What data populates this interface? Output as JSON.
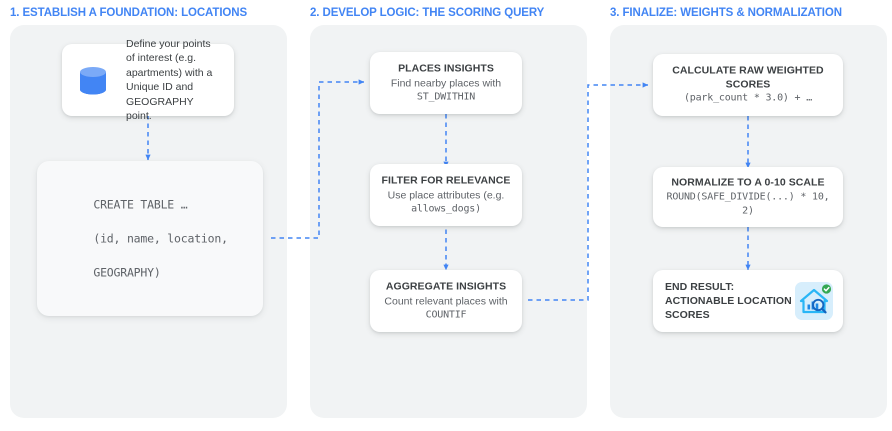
{
  "accent_color": "#4285f4",
  "panel_bg": "#f1f3f4",
  "card_bg": "#ffffff",
  "text_color": "#3c4043",
  "muted_color": "#5f6368",
  "columns": [
    {
      "id": "col1",
      "title": "1. ESTABLISH A FOUNDATION: LOCATIONS",
      "cards": [
        {
          "id": "define",
          "icon": "database-cylinder-icon",
          "description": "Define your points of interest (e.g. apartments) with a Unique ID and GEOGRAPHY point."
        },
        {
          "id": "create-table",
          "code_line_1": "CREATE TABLE …",
          "code_line_2": "(id, name, location,",
          "code_line_3": "GEOGRAPHY)"
        }
      ]
    },
    {
      "id": "col2",
      "title": "2. DEVELOP LOGIC: THE SCORING QUERY",
      "cards": [
        {
          "id": "places-insights",
          "title": "PLACES INSIGHTS",
          "subtitle": "Find nearby places with",
          "code": "ST_DWITHIN"
        },
        {
          "id": "filter-relevance",
          "title": "FILTER FOR RELEVANCE",
          "subtitle": "Use place attributes (e.g.",
          "code": "allows_dogs)"
        },
        {
          "id": "aggregate-insights",
          "title": "AGGREGATE INSIGHTS",
          "subtitle": "Count relevant places with",
          "code": "COUNTIF"
        }
      ]
    },
    {
      "id": "col3",
      "title": "3. FINALIZE: WEIGHTS & NORMALIZATION",
      "cards": [
        {
          "id": "calculate-raw",
          "title_line_1": "CALCULATE RAW WEIGHTED",
          "title_line_2": "SCORES",
          "code": "(park_count * 3.0) + …"
        },
        {
          "id": "normalize",
          "title": "NORMALIZE TO A 0-10 SCALE",
          "code": "ROUND(SAFE_DIVIDE(...) * 10, 2)"
        },
        {
          "id": "end-result",
          "line_1": "END RESULT:",
          "line_2": "ACTIONABLE LOCATION",
          "line_3": "SCORES",
          "icon": "house-analytics-badge-icon"
        }
      ]
    }
  ]
}
